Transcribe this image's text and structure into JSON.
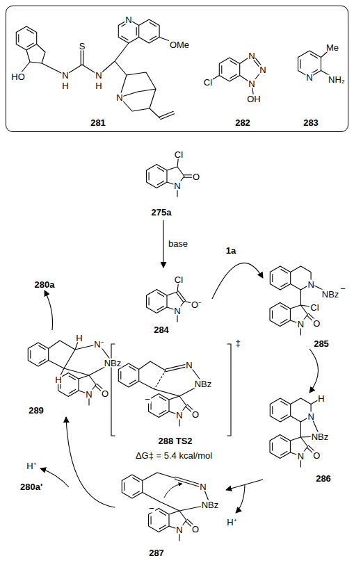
{
  "diagram": {
    "nodes": [
      {
        "text": [
          "281",
          "282",
          "283"
        ]
      },
      {
        "text": [
          "275a"
        ]
      },
      {
        "text": [
          "284"
        ]
      },
      {
        "text": [
          "285"
        ]
      },
      {
        "text": [
          "286"
        ]
      },
      {
        "text": [
          "287"
        ]
      },
      {
        "text": [
          "288 TS2",
          "ΔG‡ = 5.4 kcal/mol"
        ]
      },
      {
        "text": [
          "289"
        ]
      },
      {
        "text": [
          "280a"
        ]
      }
    ],
    "edges": [
      {
        "from": 1,
        "to": 2,
        "arrow": "to",
        "label": "base"
      },
      {
        "from": 2,
        "to": 3,
        "arrow": "to",
        "label": "1a"
      },
      {
        "from": 3,
        "to": 4,
        "arrow": "to"
      },
      {
        "from": 4,
        "to": 5,
        "arrow": "to"
      },
      {
        "from": 5,
        "to": 7,
        "arrow": "to"
      },
      {
        "from": 7,
        "to": 8,
        "arrow": "to"
      }
    ],
    "labels": [
      "N",
      "OMe",
      "S",
      "HO",
      "N",
      "H",
      "N",
      "H",
      "N",
      "Cl",
      "N",
      "N",
      "N",
      "OH",
      "Me",
      "N",
      "NH₂",
      "Cl",
      "O",
      "N",
      "Cl",
      "O⁻",
      "N",
      "N",
      "NBz",
      "−",
      "Cl",
      "O",
      "N",
      "H",
      "N",
      "NBz",
      "O",
      "N",
      "‡",
      "N",
      "NBz",
      "−",
      "O",
      "N",
      "N",
      "NBz",
      "−",
      "O",
      "N",
      "H⁺",
      "H",
      "N⁻",
      "H",
      "NBz",
      "O",
      "N",
      "H⁺",
      "280a'"
    ]
  }
}
